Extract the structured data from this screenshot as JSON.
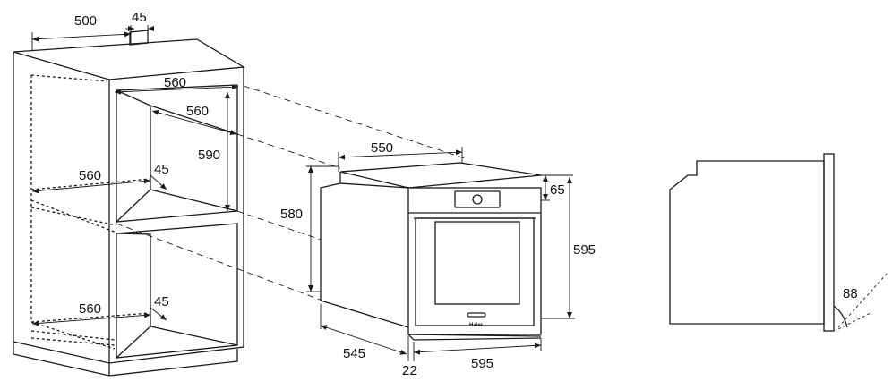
{
  "colors": {
    "line": "#1a1a1a",
    "background": "#ffffff"
  },
  "cabinet": {
    "top_depth": "500",
    "top_gap": "45",
    "upper_width": "560",
    "upper_depth": "560",
    "upper_height": "590",
    "middle_width": "560",
    "middle_gap": "45",
    "lower_width": "560",
    "lower_gap": "45"
  },
  "oven": {
    "depth_top": "550",
    "body_height": "580",
    "panel_height": "65",
    "total_height": "595",
    "body_depth": "545",
    "front_thickness": "22",
    "front_width": "595",
    "brand": "Haier"
  },
  "side_view": {
    "door_angle": "88"
  }
}
